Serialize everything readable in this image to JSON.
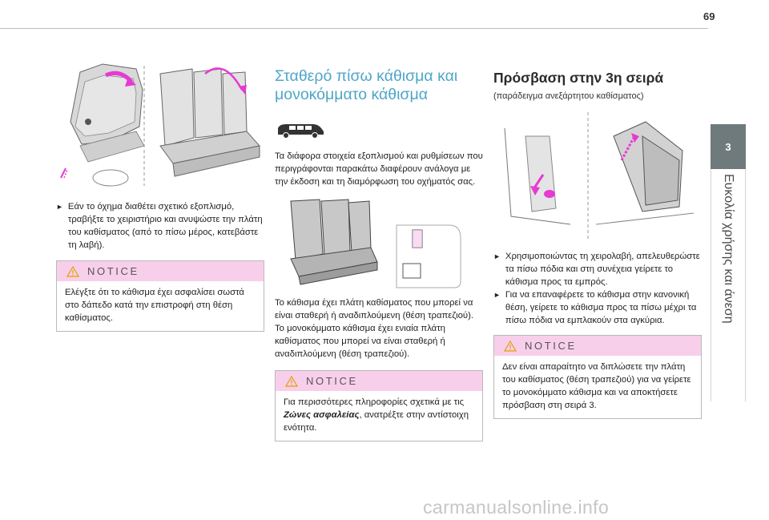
{
  "page": {
    "number": "69"
  },
  "side_tab": {
    "chapter": "3",
    "label": "Ευκολία χρήσης και άνεση"
  },
  "col1": {
    "instruction": "Εάν το όχημα διαθέτει σχετικό εξοπλισμό, τραβήξτε το χειριστήριο και ανυψώστε την πλάτη του καθίσματος (από το πίσω μέρος, κατεβάστε τη λαβή).",
    "notice": {
      "title": "NOTICE",
      "text": "Ελέγξτε ότι το κάθισμα έχει ασφαλίσει σωστά στο δάπεδο κατά την επιστροφή στη θέση καθίσματος."
    }
  },
  "col2": {
    "heading": "Σταθερό πίσω κάθισμα και μονοκόμματο κάθισμα",
    "intro": "Τα διάφορα στοιχεία εξοπλισμού και ρυθμίσεων που περιγράφονται παρακάτω διαφέρουν ανάλογα με την έκδοση και τη διαμόρφωση του οχήματός σας.",
    "description": "Το κάθισμα έχει πλάτη καθίσματος που μπορεί να είναι σταθερή ή αναδιπλούμενη (θέση τραπεζιού).",
    "description2": "Το μονοκόμματο κάθισμα έχει ενιαία πλάτη καθίσματος που μπορεί να είναι σταθερή ή αναδιπλούμενη (θέση τραπεζιού).",
    "notice": {
      "title": "NOTICE",
      "text_pre": "Για περισσότερες πληροφορίες σχετικά με τις",
      "text_bold": "Ζώνες ασφαλείας",
      "text_post": ", ανατρέξτε στην αντίστοιχη ενότητα."
    }
  },
  "col3": {
    "heading": "Πρόσβαση στην 3η σειρά",
    "subtitle": "(παράδειγμα ανεξάρτητου καθίσματος)",
    "bullet1": "Χρησιμοποιώντας τη χειρολαβή, απελευθερώστε τα πίσω πόδια και στη συνέχεια γείρετε το κάθισμα προς τα εμπρός.",
    "bullet2": "Για να επαναφέρετε το κάθισμα στην κανονική θέση, γείρετε το κάθισμα προς τα πίσω μέχρι τα πίσω πόδια να εμπλακούν στα αγκύρια.",
    "notice": {
      "title": "NOTICE",
      "text": "Δεν είναι απαραίτητο να διπλώσετε την πλάτη του καθίσματος (θέση τραπεζιού) για να γείρετε το μονοκόμματο κάθισμα και να αποκτήσετε πρόσβαση στη σειρά 3."
    }
  },
  "icons": {
    "arrow": "►"
  },
  "colors": {
    "accent_pink": "#e63ad3",
    "notice_band": "#f8cfeb",
    "heading_blue": "#4fa6c8",
    "tab_gray": "#6f7a7c"
  },
  "watermark": "carmanualsonline.info"
}
